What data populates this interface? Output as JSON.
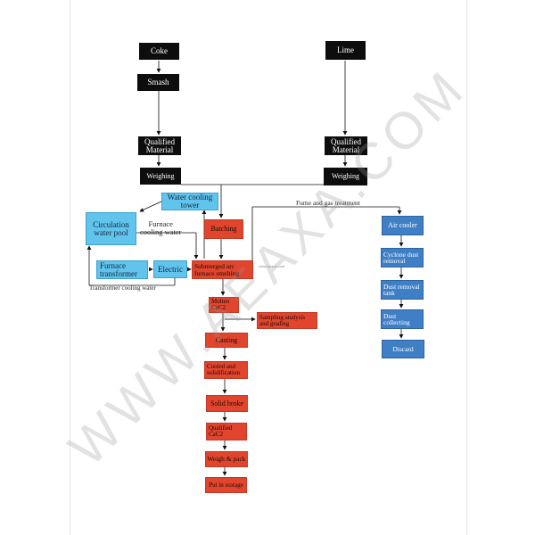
{
  "nodes": {
    "coke": "Coke",
    "smash": "Smash",
    "qualified_left": "Qualified\nMaterial",
    "weighing_left": "Weighing",
    "lime": "Lime",
    "qualified_right": "Qualified\nMaterial",
    "weighing_right": "Weighing",
    "water_cooling_tower": "Water cooling\ntower",
    "circulation_pool": "Circulation\nwater pool",
    "furnace_transformer": "Furnace\ntransformer",
    "electric": "Electric",
    "batching": "Batching",
    "submerged_arc": "Submerged arc\nfurnace smelting",
    "molten": "Molten\nCaC2",
    "sampling": "Sampling analysis\nand grading",
    "casting": "Casting",
    "cooled": "Cooled and\nsolidification",
    "solid_broke": "Solid broke",
    "qualified_cac2": "Qualified\nCaC2",
    "weigh_pack": "Weigh & pack",
    "put_in_storage": "Put in storage",
    "air_cooler": "Air cooler",
    "cyclone": "Cyclone dust\nremoval",
    "dust_removal_tank": "Dust removal\ntank",
    "dust_collecting": "Dust\ncollecting",
    "discard": "Discard"
  },
  "labels": {
    "furnace_cooling_water": "Furnace\ncooling water",
    "transformer_cooling_water": "Transformer cooling water",
    "fume_gas": "Fume and gas treatment"
  },
  "watermark": "WWW.AEAXA.COM",
  "small_watermark": "www.aeaxa.com",
  "colors": {
    "black_box": "#0d0d0d",
    "red_box": "#e2452e",
    "blue_box": "#3f7fc5",
    "cyan_box": "#62c3ec"
  }
}
